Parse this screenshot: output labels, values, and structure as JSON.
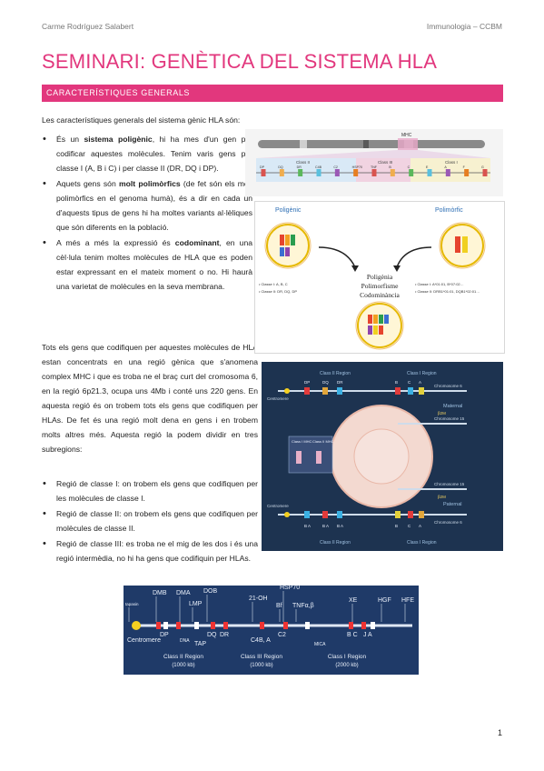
{
  "header": {
    "author": "Carme Rodríguez Salabert",
    "course": "Immunologia – CCBM"
  },
  "title": "SEMINARI: GENÈTICA DEL SISTEMA HLA",
  "section": "CARACTERÍSTIQUES GENERALS",
  "intro": "Les característiques generals del sistema gènic HLA són:",
  "bullets1": [
    {
      "pre": "És un ",
      "bold": "sistema poligènic",
      "post": ", hi ha mes d'un gen per codificar aquestes molècules. Tenim varis gens per classe I (A, B i C) i per classe II (DR, DQ i DP)."
    },
    {
      "pre": "Aquets gens són ",
      "bold": "molt polimòrfics",
      "post": " (de fet són els més polimòrfics en el genoma humà), és a dir en cada un d'aquests tipus de gens hi ha moltes variants al·lèliques que són diferents en la població."
    },
    {
      "pre": "A més a més la expressió és ",
      "bold": "codominant",
      "post": ", en una cèl·lula tenim moltes molècules de HLA que es poden estar expressant en el mateix moment o no. Hi haurà una varietat de molècules en la seva membrana."
    }
  ],
  "para2": "Tots els gens que codifiquen per aquestes molècules de HLA estan concentrats en una regió gènica que s'anomena complex MHC i que es troba ne el braç curt del cromosoma 6, en la regió 6p21.3, ocupa uns 4Mb i conté uns 220 gens. En aquesta regió és on trobem tots els gens que codifiquen per HLAs. De fet és una regió molt dena en gens i en trobem molts altres més. Aquesta regió la podem dividir en tres subregions:",
  "bullets2": [
    "Regió de classe I: on trobem els gens que codifiquen per les molècules de classe I.",
    "Regió de classe II: on trobem els gens que codifiquen per molècules de classe II.",
    "Regió de classe III: es troba ne el mig de les dos i és una regió intermèdia, no hi ha gens que codifiquin per HLAs."
  ],
  "fig1": {
    "mhc": "MHC",
    "class2": "Class II",
    "class3": "Class III",
    "class1": "Class I",
    "genes": [
      "DP",
      "DQ",
      "DR",
      "C4B",
      "C2",
      "HSP70",
      "TNF",
      "B",
      "C",
      "E",
      "A",
      "F",
      "G"
    ]
  },
  "fig2": {
    "poligenic": "Poligènic",
    "polimorfic": "Polimòrfic",
    "center1": "Poligènia",
    "center2": "Polimorfisme",
    "center3": "Codominància",
    "left1": "• Classe I: A, B, C",
    "left2": "• Classe II: DR, DQ, DP",
    "right1": "• Classe I: A*01:01, B*07:02…",
    "right2": "• Classe II: DRB1*01:01, DQB1*02:01…"
  },
  "fig3": {
    "class2region": "Class II Region",
    "class1region": "Class I Region",
    "centromere": "Centromere",
    "chr6": "Chromosome 6",
    "chr15": "Chromosome 15",
    "maternal": "Maternal",
    "paternal": "Paternal",
    "b2m": "β2M",
    "class1mhc": "Class I MHC",
    "class2mhc": "Class II MHC",
    "top_genes": [
      "DP",
      "DQ",
      "DR",
      "B",
      "C",
      "A"
    ],
    "bot_genes": [
      "B A",
      "B A",
      "B A",
      "B",
      "C",
      "A"
    ]
  },
  "fig4": {
    "labels_top": [
      "tapasin",
      "DMB",
      "DMA",
      "DOB",
      "LMP",
      "21-OH",
      "HSP70",
      "Bf",
      "TNFα,β",
      "XE",
      "HGF",
      "HFE"
    ],
    "labels_bot": [
      "DP",
      "DNA",
      "TAP",
      "DQ",
      "DR",
      "C4B, A",
      "C2",
      "MICA",
      "B C",
      "J A",
      "Centromere"
    ],
    "regions": [
      {
        "name": "Class II Region",
        "size": "(1000 kb)"
      },
      {
        "name": "Class III Region",
        "size": "(1000 kb)"
      },
      {
        "name": "Class I Region",
        "size": "(2000 kb)"
      }
    ]
  },
  "page_number": "1",
  "colors": {
    "accent": "#e2377d",
    "fig3_bg": "#1d3350",
    "fig4_bg": "#1f3a68"
  }
}
